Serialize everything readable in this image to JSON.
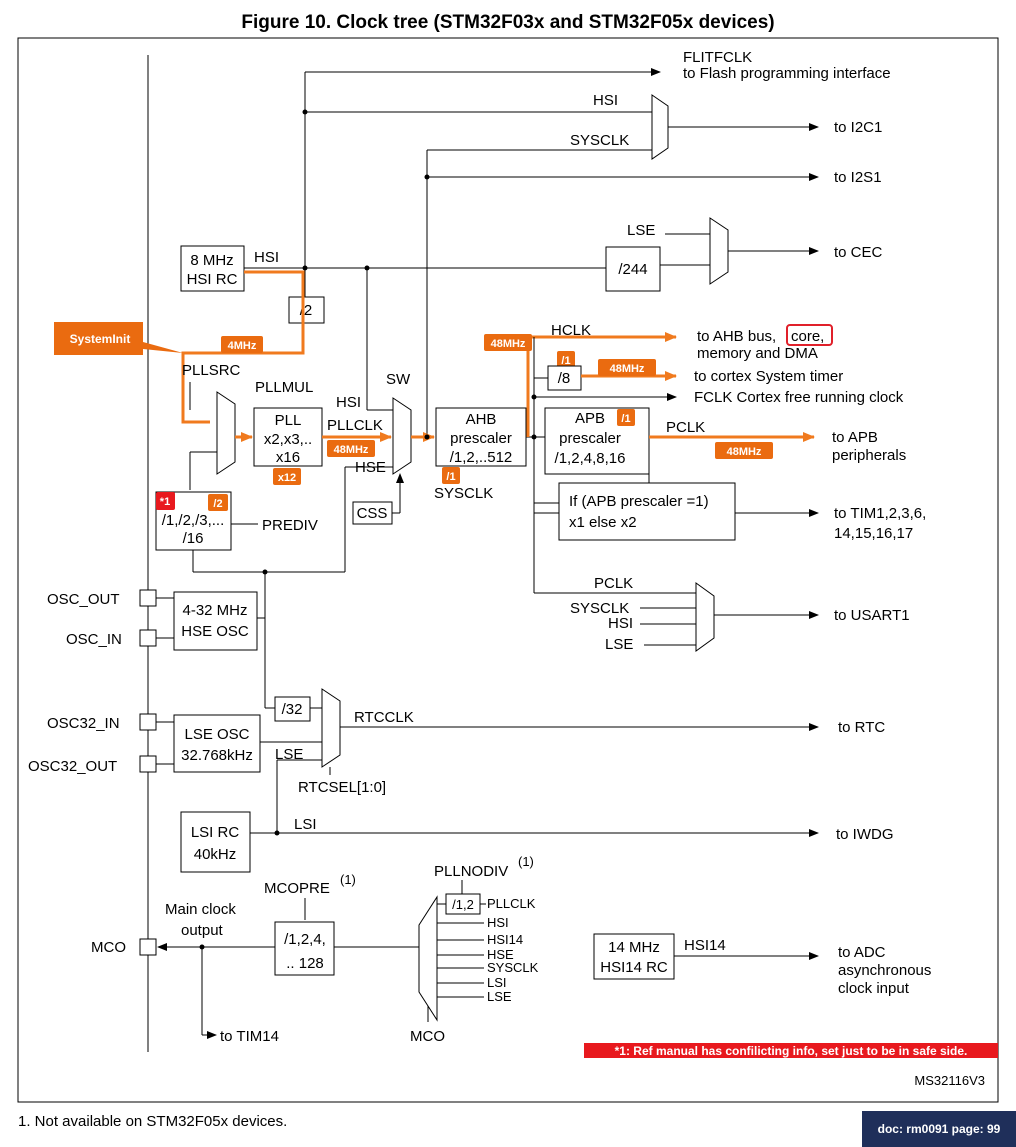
{
  "title": "Figure 10. Clock tree (STM32F03x and STM32F05x devices)",
  "footnote": "1.   Not available on STM32F05x devices.",
  "doc_badge": "doc: rm0091 page: 99",
  "colors": {
    "accent": "#f07a1e",
    "badge": "#ea6b10",
    "note": "#e8191e",
    "doc_badge": "#1f2f5a",
    "highlight": "#e0202a"
  },
  "ref_code": "MS32116V3",
  "note_red": "*1: Ref manual has confilicting info, set just to be in safe side.",
  "labels": {
    "flitfclk": "FLITFCLK",
    "flash_if": "to Flash programming interface",
    "hsi_top": "HSI",
    "sysclk_top": "SYSCLK",
    "to_i2c1": "to I2C1",
    "to_i2s1": "to I2S1",
    "lse_cec": "LSE",
    "div244": "/244",
    "to_cec": "to CEC",
    "hsi_rc_l1": "8 MHz",
    "hsi_rc_l2": "HSI RC",
    "hsi_out": "HSI",
    "div2": "/2",
    "systeminit": "SystemInit",
    "b_4mhz": "4MHz",
    "pllsrc": "PLLSRC",
    "pllmul": "PLLMUL",
    "pll_l1": "PLL",
    "pll_l2": "x2,x3,..",
    "pll_l3": "x16",
    "b_x12": "x12",
    "hsi_sw": "HSI",
    "sw": "SW",
    "pllclk": "PLLCLK",
    "b_48_pll": "48MHz",
    "hse_sw": "HSE",
    "css": "CSS",
    "ahb_l1": "AHB",
    "ahb_l2": "prescaler",
    "ahb_l3": "/1,2,..512",
    "b_ahb_1": "/1",
    "sysclk_ahb": "SYSCLK",
    "b_48_hclk": "48MHz",
    "hclk": "HCLK",
    "to_ahb_1a": "to AHB bus,",
    "to_ahb_core": "core,",
    "to_ahb_2": "memory and DMA",
    "b_div8_1": "/1",
    "div8": "/8",
    "b_48_timer": "48MHz",
    "to_systimer": "to cortex System timer",
    "fclk": "FCLK Cortex free running clock",
    "apb_l1": "APB",
    "b_apb_1": "/1",
    "apb_l2": "prescaler",
    "apb_l3": "/1,2,4,8,16",
    "pclk": "PCLK",
    "b_48_apb": "48MHz",
    "to_apb_1": "to APB",
    "to_apb_2": "peripherals",
    "b_star1": "*1",
    "b_prediv_2": "/2",
    "prediv_l1": "/1,/2,/3,...",
    "prediv_l2": "/16",
    "prediv": "PREDIV",
    "tim_l1": "If (APB prescaler =1)",
    "tim_l2": "x1 else x2",
    "to_tim_1": "to TIM1,2,3,6,",
    "to_tim_2": "14,15,16,17",
    "pclk_usart": "PCLK",
    "sysclk_usart": "SYSCLK",
    "hsi_usart": "HSI",
    "lse_usart": "LSE",
    "to_usart1": "to USART1",
    "osc_out": "OSC_OUT",
    "osc_in": "OSC_IN",
    "hse_osc_l1": "4-32 MHz",
    "hse_osc_l2": "HSE OSC",
    "osc32_in": "OSC32_IN",
    "osc32_out": "OSC32_OUT",
    "lse_osc_l1": "LSE OSC",
    "lse_osc_l2": "32.768kHz",
    "div32": "/32",
    "rtcclk": "RTCCLK",
    "lse_rtc": "LSE",
    "to_rtc": "to RTC",
    "rtcsel": "RTCSEL[1:0]",
    "lsi_rc_l1": "LSI RC",
    "lsi_rc_l2": "40kHz",
    "lsi": "LSI",
    "to_iwdg": "to IWDG",
    "mcopre": "MCOPRE",
    "sup1": "(1)",
    "main_clk_l1": "Main clock",
    "main_clk_l2": "output",
    "mco_pin": "MCO",
    "mcopre_l1": "/1,2,4,",
    "mcopre_l2": ".. 128",
    "to_tim14": "to TIM14",
    "pllnodiv": "PLLNODIV",
    "pllnodiv_sup": "(1)",
    "div12": "/1,2",
    "mco_pllclk": "PLLCLK",
    "mco_hsi": "HSI",
    "mco_hsi14": "HSI14",
    "mco_hse": "HSE",
    "mco_sysclk": "SYSCLK",
    "mco_lsi": "LSI",
    "mco_lse": "LSE",
    "mco_mux": "MCO",
    "hsi14_l1": "14 MHz",
    "hsi14_l2": "HSI14 RC",
    "hsi14": "HSI14",
    "to_adc_1": "to ADC",
    "to_adc_2": "asynchronous",
    "to_adc_3": "clock input"
  }
}
